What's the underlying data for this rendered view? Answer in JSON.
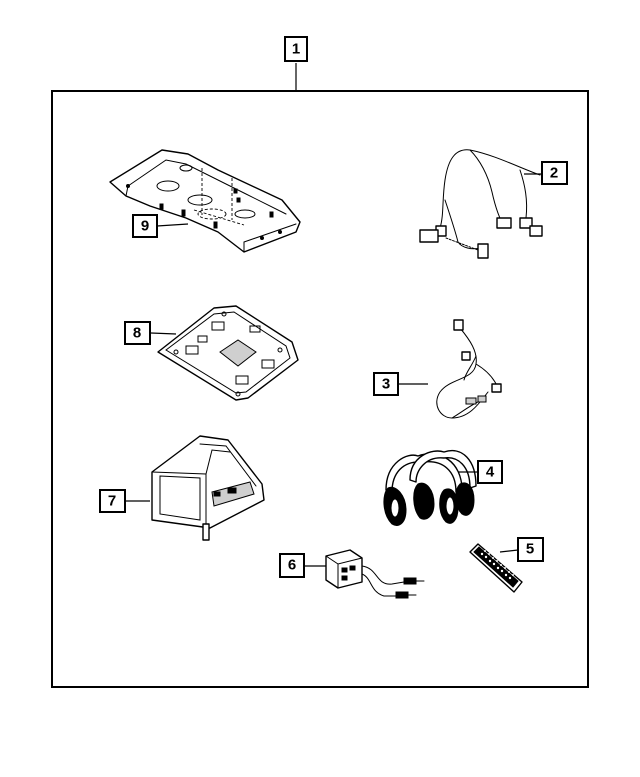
{
  "callouts": [
    {
      "id": "kit",
      "label": "1"
    },
    {
      "id": "main-harness",
      "label": "2"
    },
    {
      "id": "jumper-harness",
      "label": "3"
    },
    {
      "id": "headphones",
      "label": "4"
    },
    {
      "id": "remote-control",
      "label": "5"
    },
    {
      "id": "audio-adapter",
      "label": "6"
    },
    {
      "id": "overhead-video-module",
      "label": "7"
    },
    {
      "id": "mounting-plate",
      "label": "8"
    },
    {
      "id": "mounting-bracket",
      "label": "9"
    }
  ],
  "colors": {
    "stroke": "#000000",
    "background": "#ffffff",
    "shade": "#cfcfcf"
  }
}
